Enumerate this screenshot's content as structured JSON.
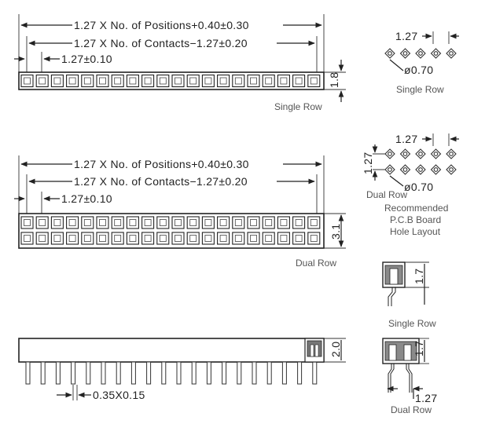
{
  "single_row_top": {
    "dim_positions": "1.27 X No. of Positions+0.40±0.30",
    "dim_contacts": "1.27 X No. of Contacts−1.27±0.20",
    "dim_pitch": "1.27±0.10",
    "dim_height": "1.8",
    "label": "Single Row"
  },
  "dual_row_top": {
    "dim_positions": "1.27 X No. of Positions+0.40±0.30",
    "dim_contacts": "1.27 X No. of Contacts−1.27±0.20",
    "dim_pitch": "1.27±0.10",
    "dim_height": "3.1",
    "label": "Dual Row"
  },
  "side_view": {
    "dim_height": "2.0",
    "dim_pin": "0.35X0.15"
  },
  "pcb_single": {
    "dim_pitch": "1.27",
    "dim_hole": "ø0.70",
    "label": "Single Row"
  },
  "pcb_dual": {
    "dim_pitch_x": "1.27",
    "dim_pitch_y": "1.27",
    "dim_hole": "ø0.70",
    "label": "Dual Row",
    "caption_1": "Recommended",
    "caption_2": "P.C.B Board",
    "caption_3": "Hole Layout"
  },
  "section_single": {
    "dim_height": "1.7",
    "label": "Single Row"
  },
  "section_dual": {
    "dim_height": "1.7",
    "dim_pitch": "1.27",
    "label": "Dual Row"
  }
}
